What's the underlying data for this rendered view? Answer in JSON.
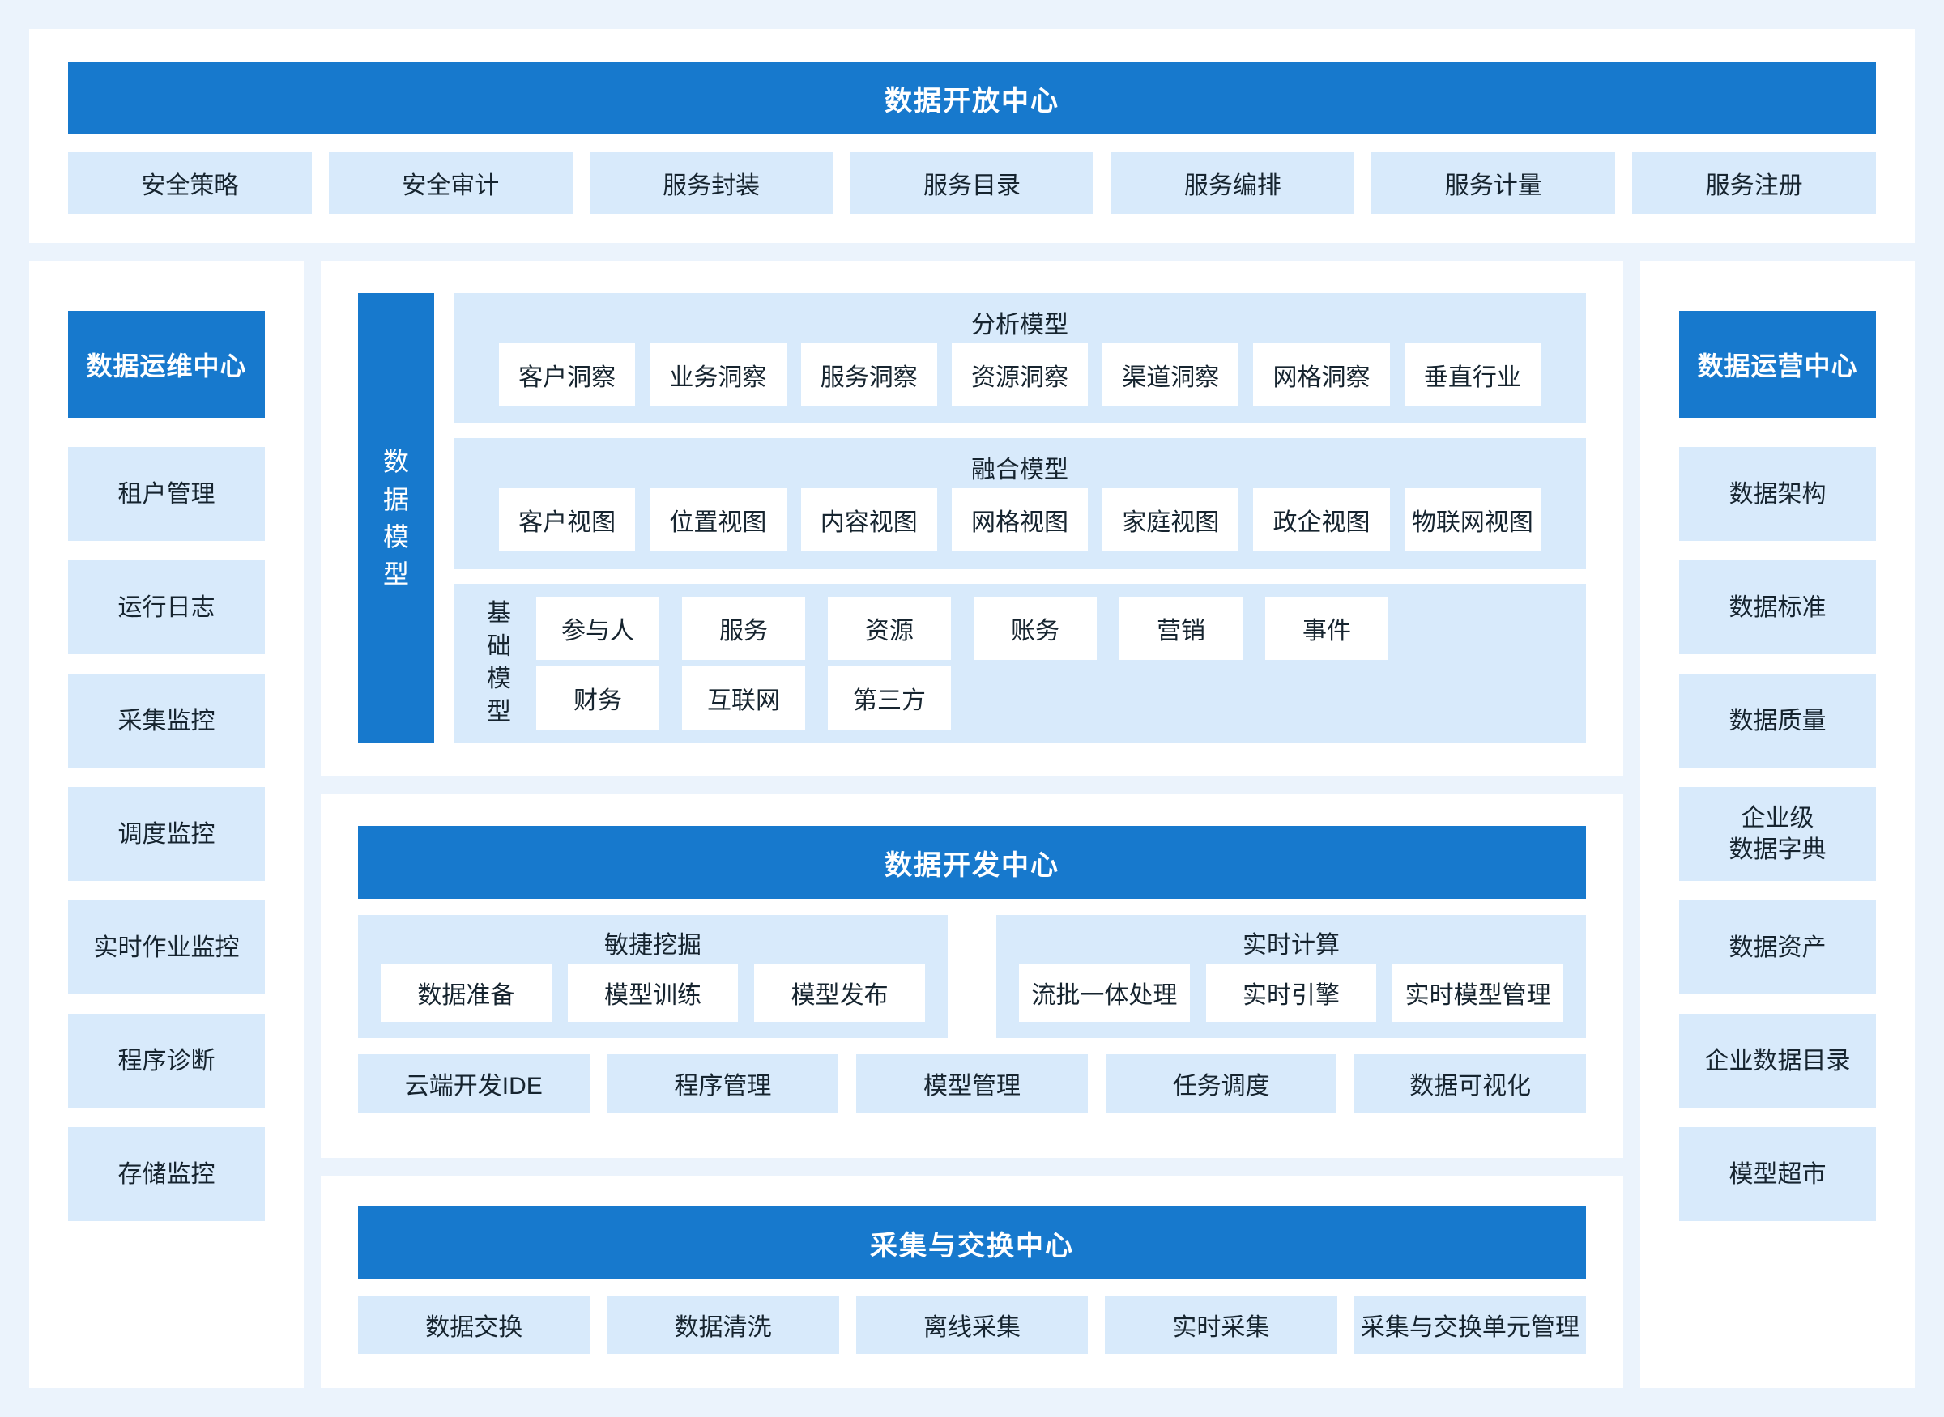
{
  "colors": {
    "page_bg": "#EBF3FC",
    "panel_bg": "#FFFFFF",
    "banner_blue": "#1779CD",
    "tile_light_blue": "#D8EAFB",
    "text_dark": "#16242F",
    "text_on_blue": "#FFFFFF"
  },
  "top": {
    "title": "数据开放中心",
    "items": [
      "安全策略",
      "安全审计",
      "服务封装",
      "服务目录",
      "服务编排",
      "服务计量",
      "服务注册"
    ]
  },
  "left": {
    "title": "数据运维中心",
    "items": [
      "租户管理",
      "运行日志",
      "采集监控",
      "调度监控",
      "实时作业监控",
      "程序诊断",
      "存储监控"
    ]
  },
  "right": {
    "title": "数据运营中心",
    "items": [
      "数据架构",
      "数据标准",
      "数据质量",
      "企业级\n数据字典",
      "数据资产",
      "企业数据目录",
      "模型超市"
    ]
  },
  "model": {
    "bar_label": "数据模型",
    "analysis": {
      "title": "分析模型",
      "items": [
        "客户洞察",
        "业务洞察",
        "服务洞察",
        "资源洞察",
        "渠道洞察",
        "网格洞察",
        "垂直行业"
      ]
    },
    "fusion": {
      "title": "融合模型",
      "items": [
        "客户视图",
        "位置视图",
        "内容视图",
        "网格视图",
        "家庭视图",
        "政企视图",
        "物联网视图"
      ]
    },
    "base": {
      "label": "基础模型",
      "row1": [
        "参与人",
        "服务",
        "资源",
        "账务",
        "营销",
        "事件"
      ],
      "row2": [
        "财务",
        "互联网",
        "第三方"
      ]
    }
  },
  "dev": {
    "title": "数据开发中心",
    "agile": {
      "title": "敏捷挖掘",
      "items": [
        "数据准备",
        "模型训练",
        "模型发布"
      ]
    },
    "realtime": {
      "title": "实时计算",
      "items": [
        "流批一体处理",
        "实时引擎",
        "实时模型管理"
      ]
    },
    "tools": [
      "云端开发IDE",
      "程序管理",
      "模型管理",
      "任务调度",
      "数据可视化"
    ]
  },
  "collect": {
    "title": "采集与交换中心",
    "items": [
      "数据交换",
      "数据清洗",
      "离线采集",
      "实时采集",
      "采集与交换单元管理"
    ]
  }
}
